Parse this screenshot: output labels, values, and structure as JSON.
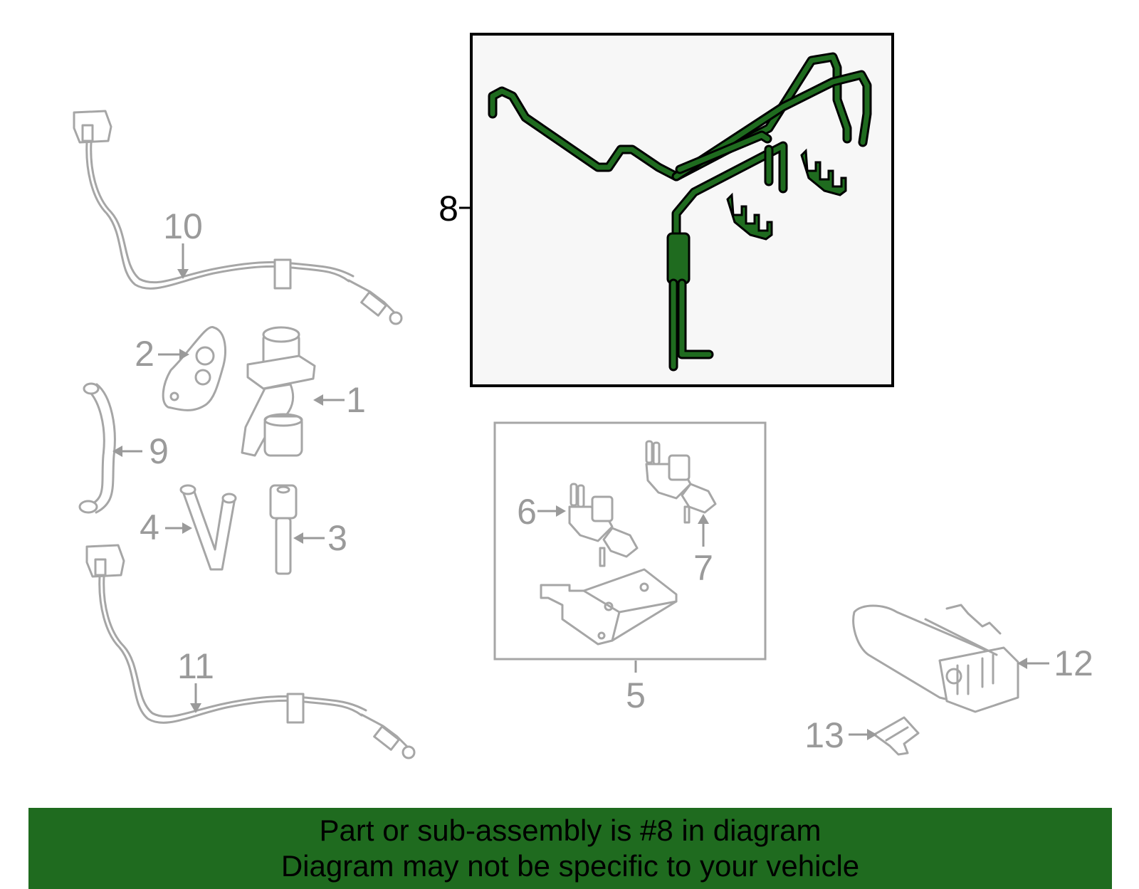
{
  "diagram": {
    "highlight_color": "#1f6b1f",
    "callouts": {
      "c1": "1",
      "c2": "2",
      "c3": "3",
      "c4": "4",
      "c5": "5",
      "c6": "6",
      "c7": "7",
      "c8": "8",
      "c9": "9",
      "c10": "10",
      "c11": "11",
      "c12": "12",
      "c13": "13"
    }
  },
  "banner": {
    "line1": "Part or sub-assembly is #8 in diagram",
    "line2": "Diagram may not be specific to your vehicle",
    "background": "#1f6b1f"
  }
}
